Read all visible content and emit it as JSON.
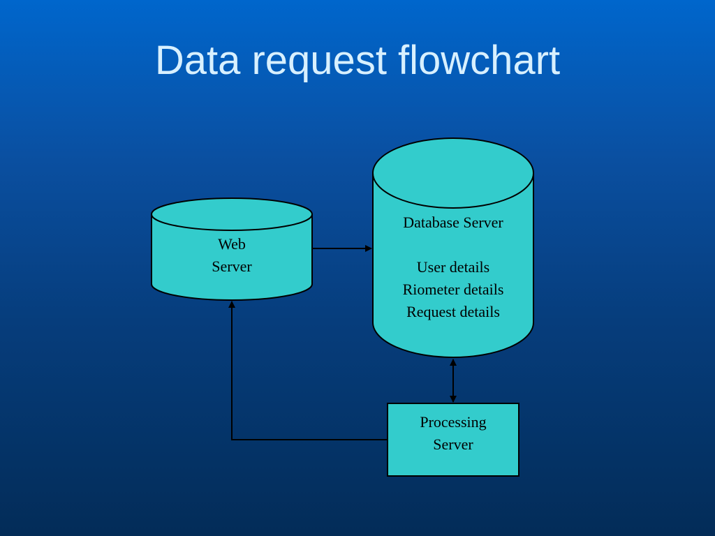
{
  "title": "Data request flowchart",
  "colors": {
    "node_fill": "#33cccc",
    "stroke": "#000000",
    "title": "#d8f0ff"
  },
  "nodes": {
    "web_server": {
      "shape": "cylinder",
      "lines": [
        "Web",
        "Server"
      ]
    },
    "database_server": {
      "shape": "cylinder",
      "lines": [
        "Database Server",
        "",
        "User details",
        "Riometer details",
        "Request details"
      ]
    },
    "processing_server": {
      "shape": "rectangle",
      "lines": [
        "Processing",
        "Server"
      ]
    }
  },
  "edges": [
    {
      "from": "web_server",
      "to": "database_server",
      "direction": "forward"
    },
    {
      "from": "database_server",
      "to": "processing_server",
      "direction": "both"
    },
    {
      "from": "processing_server",
      "to": "web_server",
      "direction": "forward"
    }
  ]
}
